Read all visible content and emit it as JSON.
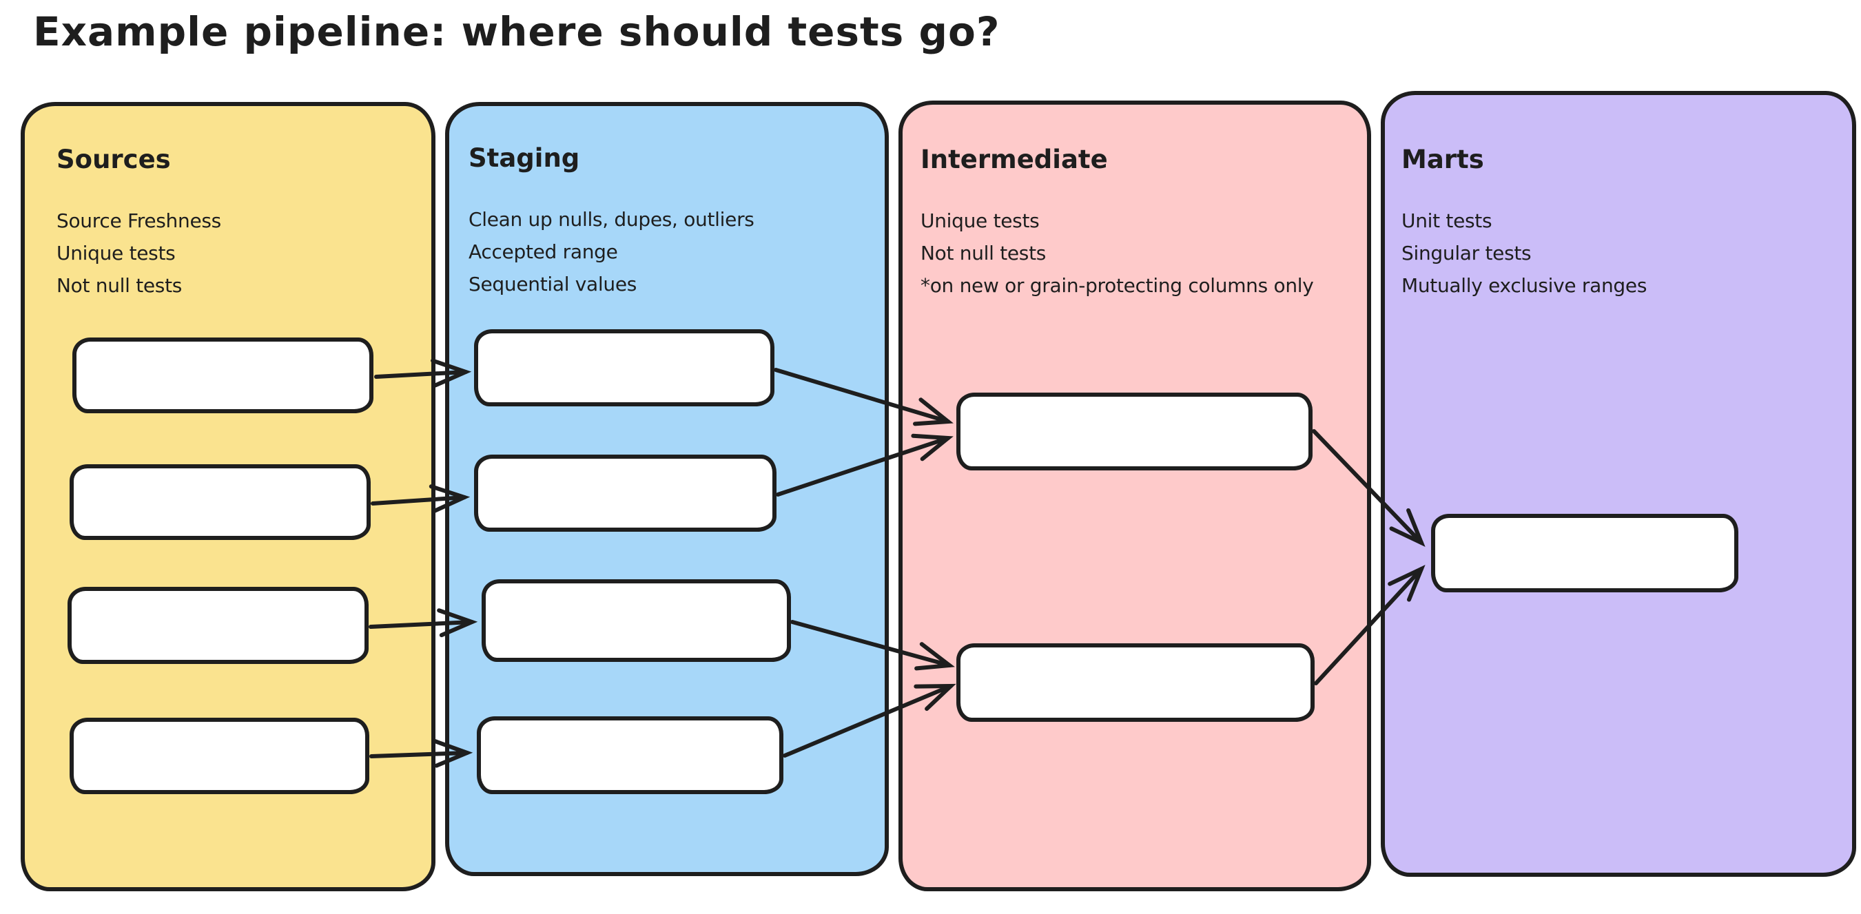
{
  "title": "Example pipeline: where should tests go?",
  "colors": {
    "stroke": "#1e1e1e",
    "node_fill": "#ffffff",
    "background": "#ffffff",
    "sources_fill": "#FAE38F",
    "staging_fill": "#A7D7F9",
    "intermediate_fill": "#FECACA",
    "marts_fill": "#CBBDF8"
  },
  "columns": [
    {
      "id": "sources",
      "label": "Sources",
      "notes": [
        "Source Freshness",
        "Unique tests",
        "Not null tests"
      ],
      "node_count": 4
    },
    {
      "id": "staging",
      "label": "Staging",
      "notes": [
        "Clean up nulls, dupes, outliers",
        "Accepted range",
        "Sequential values"
      ],
      "node_count": 4
    },
    {
      "id": "intermediate",
      "label": "Intermediate",
      "notes": [
        "Unique tests",
        "Not null tests",
        "*on new or grain-protecting columns only"
      ],
      "node_count": 2
    },
    {
      "id": "marts",
      "label": "Marts",
      "notes": [
        "Unit tests",
        "Singular tests",
        "Mutually exclusive ranges"
      ],
      "node_count": 1
    }
  ],
  "edges": [
    {
      "from": "src-1",
      "to": "stg-1"
    },
    {
      "from": "src-2",
      "to": "stg-2"
    },
    {
      "from": "src-3",
      "to": "stg-3"
    },
    {
      "from": "src-4",
      "to": "stg-4"
    },
    {
      "from": "stg-1",
      "to": "int-1"
    },
    {
      "from": "stg-2",
      "to": "int-1"
    },
    {
      "from": "stg-3",
      "to": "int-2"
    },
    {
      "from": "stg-4",
      "to": "int-2"
    },
    {
      "from": "int-1",
      "to": "mart-1"
    },
    {
      "from": "int-2",
      "to": "mart-1"
    }
  ]
}
